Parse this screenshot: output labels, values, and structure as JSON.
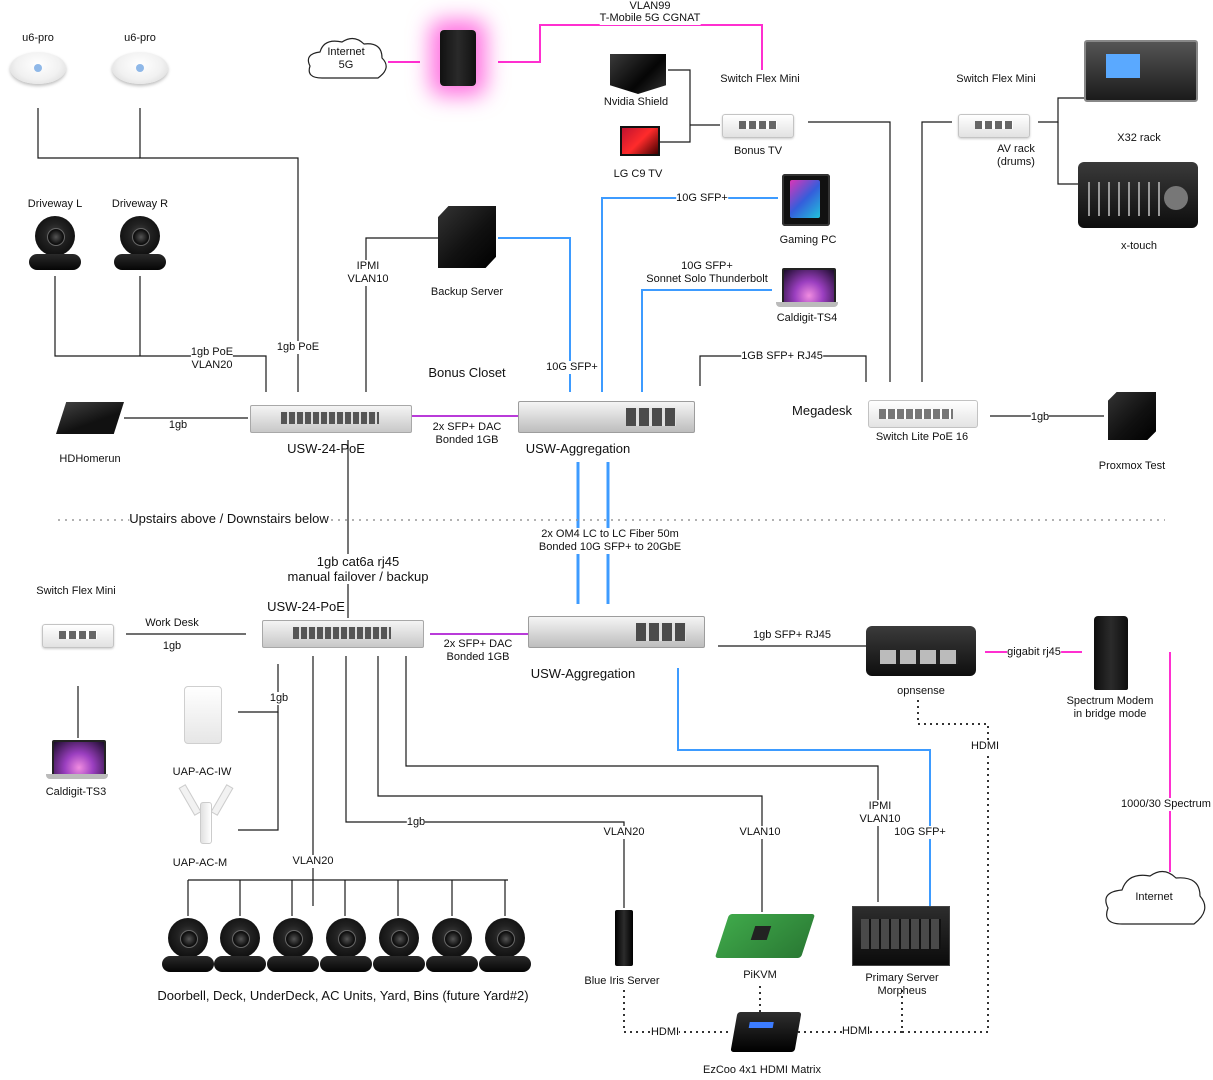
{
  "colors": {
    "wire": "#1a1a1a",
    "fiber": "#3d9bff",
    "dac": "#b93bd9",
    "wan": "#ff2fd0",
    "hdmi": "#333333"
  },
  "icons": [
    "access-point",
    "camera",
    "switch",
    "laptop",
    "server",
    "router",
    "cloud",
    "mixer",
    "raspberry-pi",
    "hdmi-matrix",
    "modem"
  ],
  "upstairs": {
    "cloud_internet_5g": "Internet\n5G",
    "vlan99": "VLAN99",
    "tmobile": "T-Mobile 5G CGNAT",
    "ap1": "u6-pro",
    "ap2": "u6-pro",
    "cam_l": "Driveway L",
    "cam_r": "Driveway R",
    "nvidia": "Nvidia Shield",
    "lgtv": "LG C9 TV",
    "flex_bonus_title": "Switch Flex Mini",
    "flex_bonus": "Bonus TV",
    "flex_av_title": "Switch Flex Mini",
    "flex_av": "AV rack\n(drums)",
    "x32": "X32 rack",
    "xtouch": "x-touch",
    "gaming_pc": "Gaming PC",
    "caldigit_ts4": "Caldigit-TS4",
    "backup_server": "Backup Server",
    "ipmi": "IPMI\nVLAN10",
    "poe_vlan20": "1gb PoE\nVLAN20",
    "poe": "1gb PoE",
    "bonus_closet": "Bonus Closet",
    "sfp_10g_1": "10G SFP+",
    "sfp_10g_2": "10G SFP+",
    "sonnet": "10G SFP+\nSonnet Solo Thunderbolt",
    "rj45_1gb": "1GB SFP+ RJ45",
    "hdhomerun": "HDHomerun",
    "link_1gb_hdhr": "1gb",
    "usw24": "USW-24-PoE",
    "dac": "2x SFP+ DAC\nBonded 1GB",
    "usw_agg": "USW-Aggregation",
    "megadesk": "Megadesk",
    "lite16": "Switch Lite PoE 16",
    "link_1gb_prox": "1gb",
    "proxmox": "Proxmox Test",
    "divider": "Upstairs above / Downstairs below"
  },
  "downstairs": {
    "cat6a": "1gb cat6a rj45\nmanual failover / backup",
    "fiber": "2x OM4 LC to LC Fiber 50m\nBonded 10G SFP+ to 20GbE",
    "flex_title": "Switch Flex Mini",
    "work_desk": "Work Desk",
    "link_1gb_desk": "1gb",
    "usw24": "USW-24-PoE",
    "dac": "2x SFP+ DAC\nBonded 1GB",
    "usw_agg": "USW-Aggregation",
    "rj45": "1gb SFP+ RJ45",
    "opnsense": "opnsense",
    "gigabit": "gigabit rj45",
    "modem": "Spectrum Modem\nin bridge mode",
    "spectrum": "1000/30 Spectrum",
    "internet": "Internet",
    "caldigit_ts3": "Caldigit-TS3",
    "uap_iw": "UAP-AC-IW",
    "uap_m": "UAP-AC-M",
    "link_1gb_uap": "1gb",
    "vlan20_cams": "VLAN20",
    "cameras": "Doorbell, Deck, UnderDeck, AC Units, Yard, Bins (future Yard#2)",
    "link_1gb_bi": "1gb",
    "vlan20_bi": "VLAN20",
    "blue_iris": "Blue Iris Server",
    "vlan10_pi": "VLAN10",
    "pikvm": "PiKVM",
    "ipmi": "IPMI\nVLAN10",
    "sfp10g": "10G SFP+",
    "primary": "Primary Server\nMorpheus",
    "hdmi_opn": "HDMI",
    "hdmi_left": "HDMI",
    "hdmi_right": "HDMI",
    "ezcoo": "EzCoo 4x1 HDMI Matrix"
  }
}
